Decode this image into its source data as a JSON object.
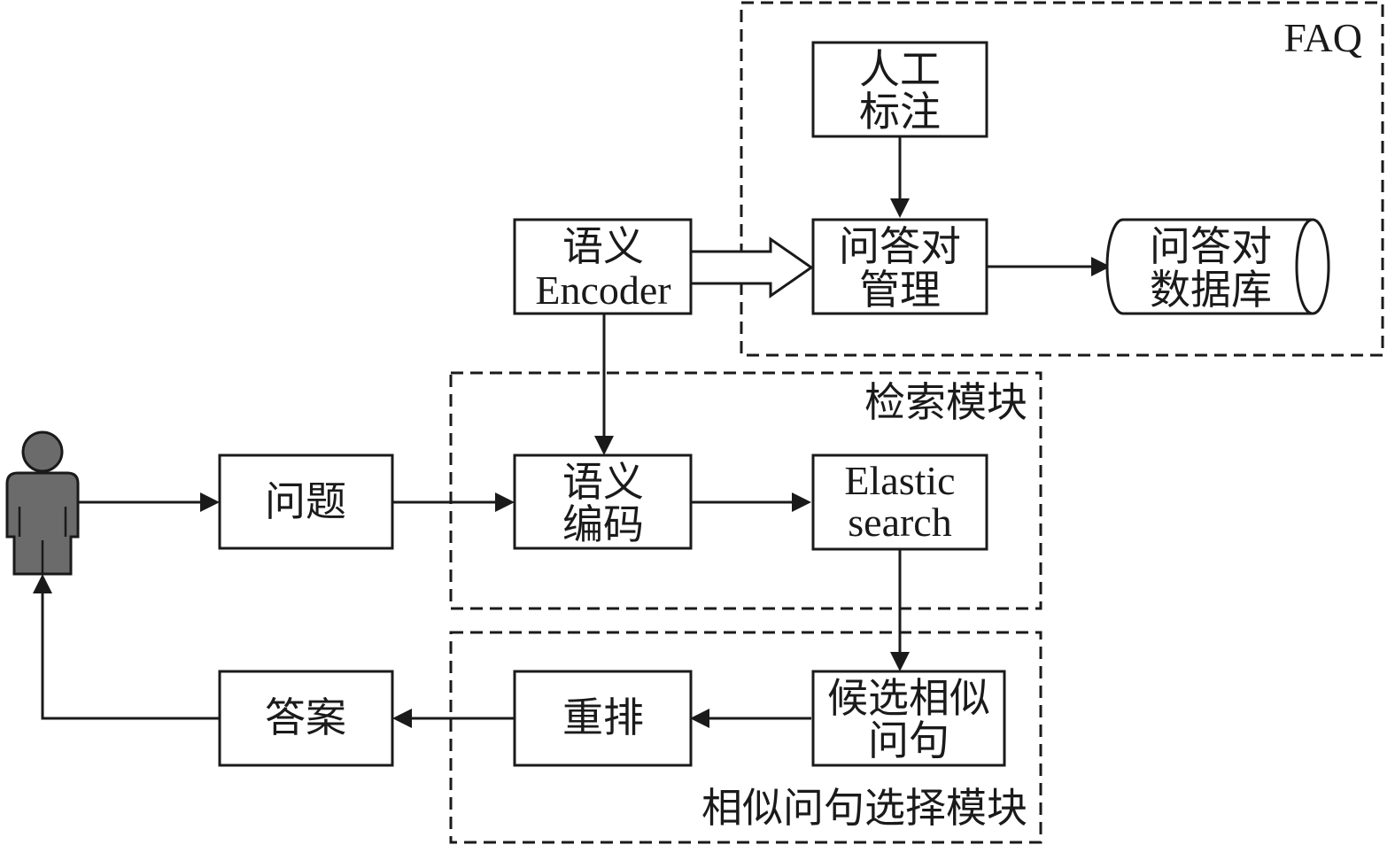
{
  "regions": {
    "faq": "FAQ",
    "retrieval": "检索模块",
    "selection": "相似问句选择模块"
  },
  "boxes": {
    "manual_annotation": [
      "人工",
      "标注"
    ],
    "semantic_encoder": [
      "语义",
      "Encoder"
    ],
    "qa_management": [
      "问答对",
      "管理"
    ],
    "qa_database": [
      "问答对",
      "数据库"
    ],
    "question": [
      "问题"
    ],
    "semantic_encoding": [
      "语义",
      "编码"
    ],
    "elasticsearch": [
      "Elastic",
      "search"
    ],
    "answer": [
      "答案"
    ],
    "rerank": [
      "重排"
    ],
    "candidates": [
      "候选相似",
      "问句"
    ]
  },
  "icons": {
    "user": "user-icon"
  },
  "colors": {
    "stroke": "#1a1a1a",
    "user_fill": "#6b6b6b"
  }
}
